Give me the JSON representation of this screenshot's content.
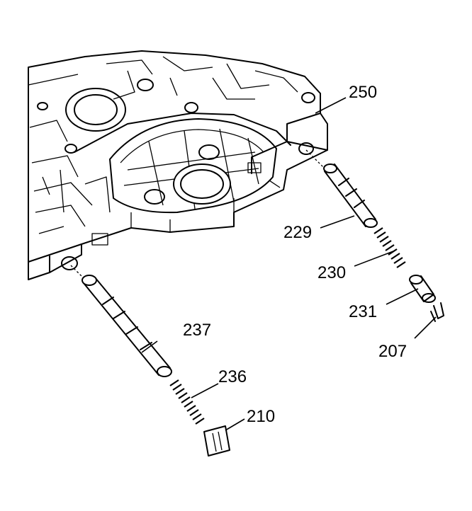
{
  "diagram": {
    "background_color": "#ffffff",
    "line_color": "#000000",
    "callouts": [
      {
        "id": "c250",
        "text": "250"
      },
      {
        "id": "c229",
        "text": "229"
      },
      {
        "id": "c230",
        "text": "230"
      },
      {
        "id": "c231",
        "text": "231"
      },
      {
        "id": "c207",
        "text": "207"
      },
      {
        "id": "c237",
        "text": "237"
      },
      {
        "id": "c236",
        "text": "236"
      },
      {
        "id": "c210",
        "text": "210"
      }
    ]
  }
}
